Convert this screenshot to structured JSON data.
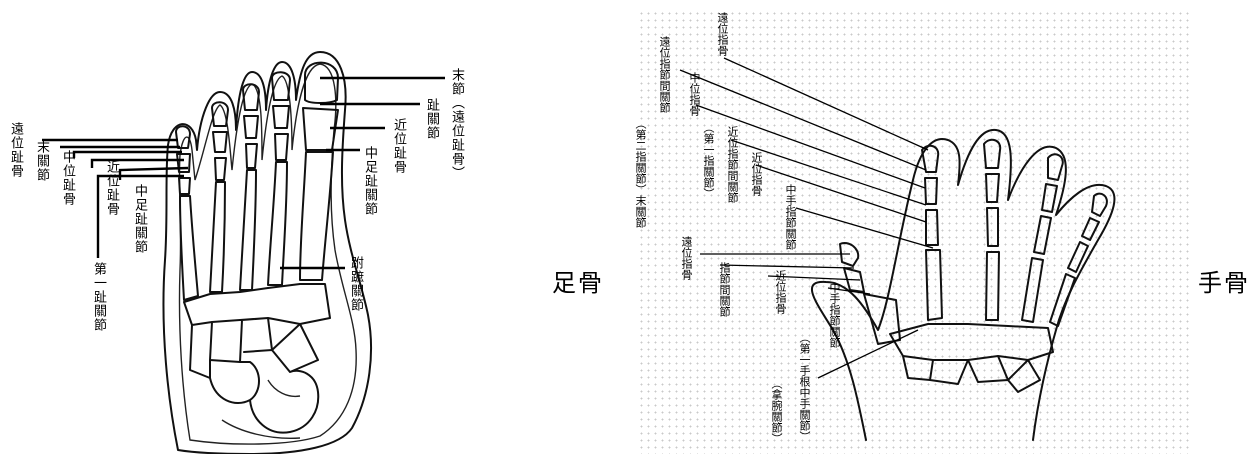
{
  "foot": {
    "caption": "足骨",
    "labels": {
      "distal_phalanx": "遠位趾骨",
      "terminal_joint": "末關節",
      "middle_phalanx": "中位趾骨",
      "proximal_phalanx": "近位趾骨",
      "mtp_joint": "中足趾關節",
      "first_toe_joint": "第一趾關節",
      "end_segment": "末節（遠位趾骨）",
      "toe_joint": "趾關節",
      "proximal_phalanx_2": "近位趾骨",
      "mtp_joint_2": "中足趾關節",
      "tarsometatarsal_joint": "跗蹠關節"
    }
  },
  "hand": {
    "caption": "手骨",
    "labels": {
      "dip_joint": "遠位指節間關節",
      "thumb_terminal": "（第二指關節）末關節",
      "distal_phalanx_top": "遠位指骨",
      "middle_phalanx": "中位指骨",
      "pip_joint": "（第一指關節）",
      "pip_joint_2": "近位指節間關節",
      "proximal_phalanx": "近位指骨",
      "mcp_joint": "中手指節關節",
      "thumb_distal": "遠位指骨",
      "thumb_ip": "指節間關節",
      "thumb_proximal": "近位指骨",
      "thumb_mcp": "中手指節關節",
      "first_cmc": "（第一手根中手關節）",
      "wrist_joint": "（拿腕關節）"
    }
  }
}
